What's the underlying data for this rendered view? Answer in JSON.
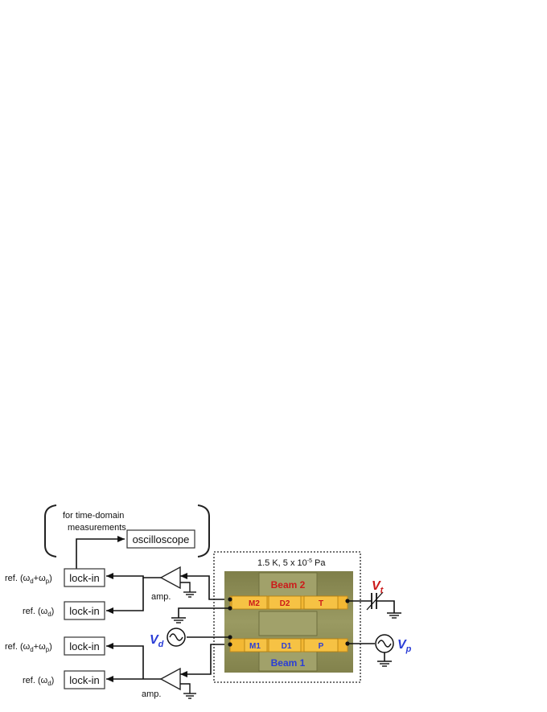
{
  "time_domain": {
    "line1": "for time-domain",
    "line2": "measurements"
  },
  "oscilloscope": "oscilloscope",
  "chamber": {
    "temp": "1.5 K, 5 x 10",
    "exp": "-5",
    "unit": " Pa"
  },
  "lockins": [
    "lock-in",
    "lock-in",
    "lock-in",
    "lock-in"
  ],
  "refs": [
    {
      "pre": "ref. (ω",
      "s1": "d",
      "mid": "+ω",
      "s2": "p",
      "post": ")"
    },
    {
      "pre": "ref. (ω",
      "s1": "d",
      "mid": "",
      "s2": "",
      "post": ")"
    },
    {
      "pre": "ref. (ω",
      "s1": "d",
      "mid": "+ω",
      "s2": "p",
      "post": ")"
    },
    {
      "pre": "ref. (ω",
      "s1": "d",
      "mid": "",
      "s2": "",
      "post": ")"
    }
  ],
  "amp_label": "amp.",
  "beam2": {
    "title": "Beam 2",
    "pads": [
      "M2",
      "D2",
      "T"
    ]
  },
  "beam1": {
    "title": "Beam 1",
    "pads": [
      "M1",
      "D1",
      "P"
    ]
  },
  "sources": {
    "vt_main": "V",
    "vt_sub": "t",
    "vd_main": "V",
    "vd_sub": "d",
    "vp_main": "V",
    "vp_sub": "p"
  },
  "colors": {
    "beam2": "#cc1a1a",
    "beam1": "#2a3dd6",
    "pad": "#f3b833",
    "chip": "#8c8c55",
    "wire": "#111111"
  }
}
